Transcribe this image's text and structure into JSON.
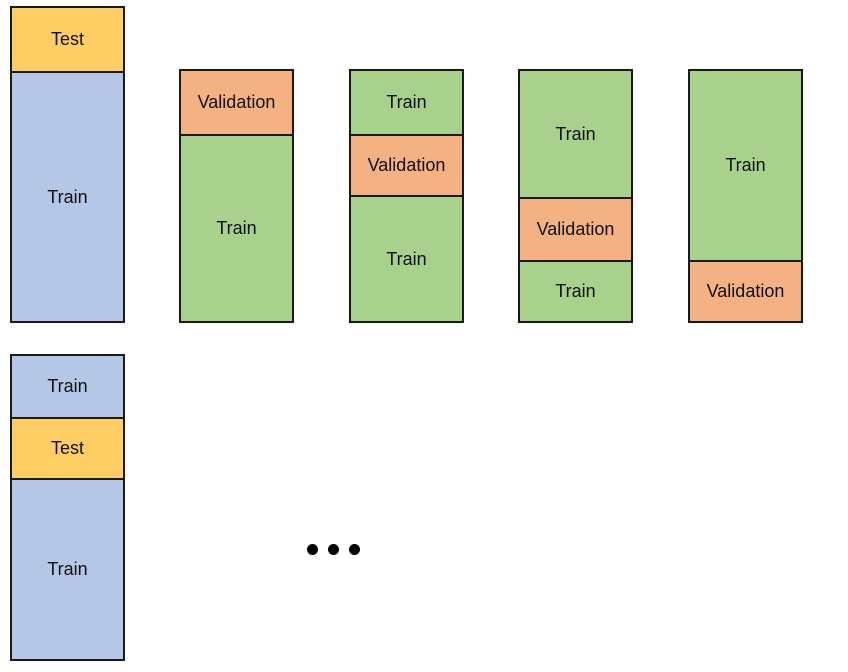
{
  "colors": {
    "test": "#fecd64",
    "train_outer": "#b4c7e7",
    "train_inner": "#a9d18e",
    "validation": "#f4b183",
    "border": "#1a1a1a"
  },
  "columns": [
    {
      "id": "outer-split-1",
      "segments": [
        {
          "label": "Test",
          "kind": "test"
        },
        {
          "label": "Train",
          "kind": "train-outer"
        }
      ]
    },
    {
      "id": "inner-fold-1",
      "segments": [
        {
          "label": "Validation",
          "kind": "validation"
        },
        {
          "label": "Train",
          "kind": "train-inner"
        }
      ]
    },
    {
      "id": "inner-fold-2",
      "segments": [
        {
          "label": "Train",
          "kind": "train-inner"
        },
        {
          "label": "Validation",
          "kind": "validation"
        },
        {
          "label": "Train",
          "kind": "train-inner"
        }
      ]
    },
    {
      "id": "inner-fold-3",
      "segments": [
        {
          "label": "Train",
          "kind": "train-inner"
        },
        {
          "label": "Validation",
          "kind": "validation"
        },
        {
          "label": "Train",
          "kind": "train-inner"
        }
      ]
    },
    {
      "id": "inner-fold-4",
      "segments": [
        {
          "label": "Train",
          "kind": "train-inner"
        },
        {
          "label": "Validation",
          "kind": "validation"
        }
      ]
    },
    {
      "id": "outer-split-2",
      "segments": [
        {
          "label": "Train",
          "kind": "train-outer"
        },
        {
          "label": "Test",
          "kind": "test"
        },
        {
          "label": "Train",
          "kind": "train-outer"
        }
      ]
    }
  ],
  "continuation": "ellipsis"
}
